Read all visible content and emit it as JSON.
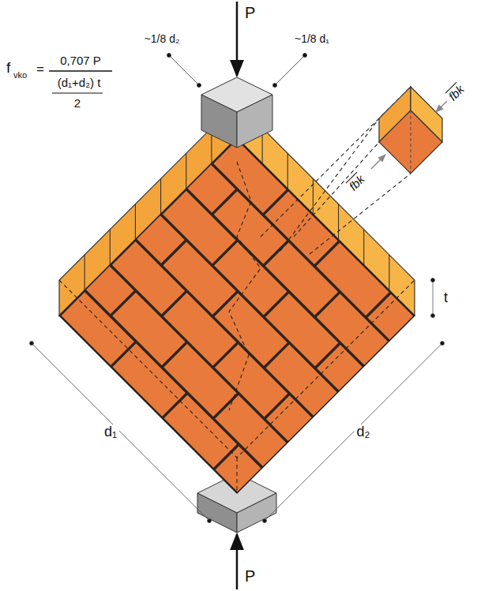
{
  "diagram": {
    "labels": [
      "P",
      "P",
      "~1/8 d₂",
      "~1/8 d₁",
      "f",
      "vko",
      "=",
      "0,707 P",
      "(d₁+d₂) t",
      "2",
      "fbk",
      "fbk",
      "d₁",
      "d₂",
      "t"
    ]
  }
}
